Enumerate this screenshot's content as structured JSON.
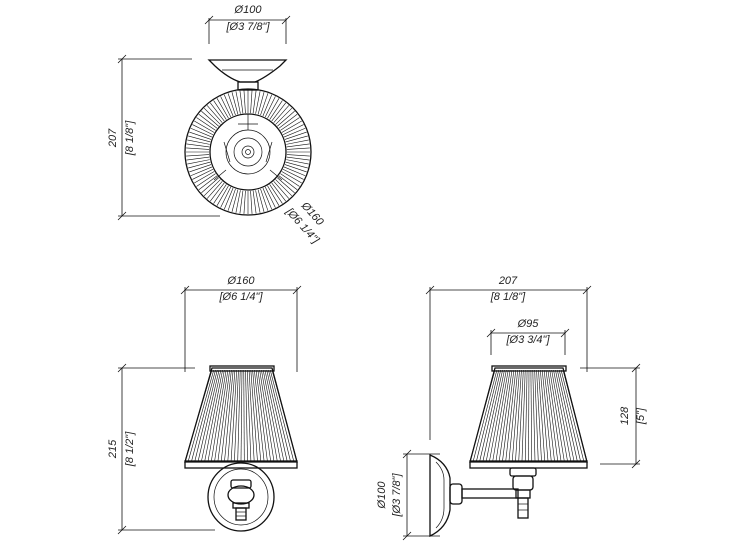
{
  "top_view": {
    "canopy_diameter": "Ø100",
    "canopy_diameter_in": "[Ø3 7/8\"]",
    "height": "207",
    "height_in": "[8 1/8\"]",
    "shade_diameter": "Ø160",
    "shade_diameter_in": "[Ø6 1/4\"]"
  },
  "front_view": {
    "shade_diameter": "Ø160",
    "shade_diameter_in": "[Ø6 1/4\"]",
    "height": "215",
    "height_in": "[8 1/2\"]"
  },
  "side_view": {
    "projection": "207",
    "projection_in": "[8 1/8\"]",
    "shade_top_diameter": "Ø95",
    "shade_top_diameter_in": "[Ø3 3/4\"]",
    "shade_height": "128",
    "shade_height_in": "[5\"]",
    "backplate_diameter": "Ø100",
    "backplate_diameter_in": "[Ø3 7/8\"]"
  }
}
